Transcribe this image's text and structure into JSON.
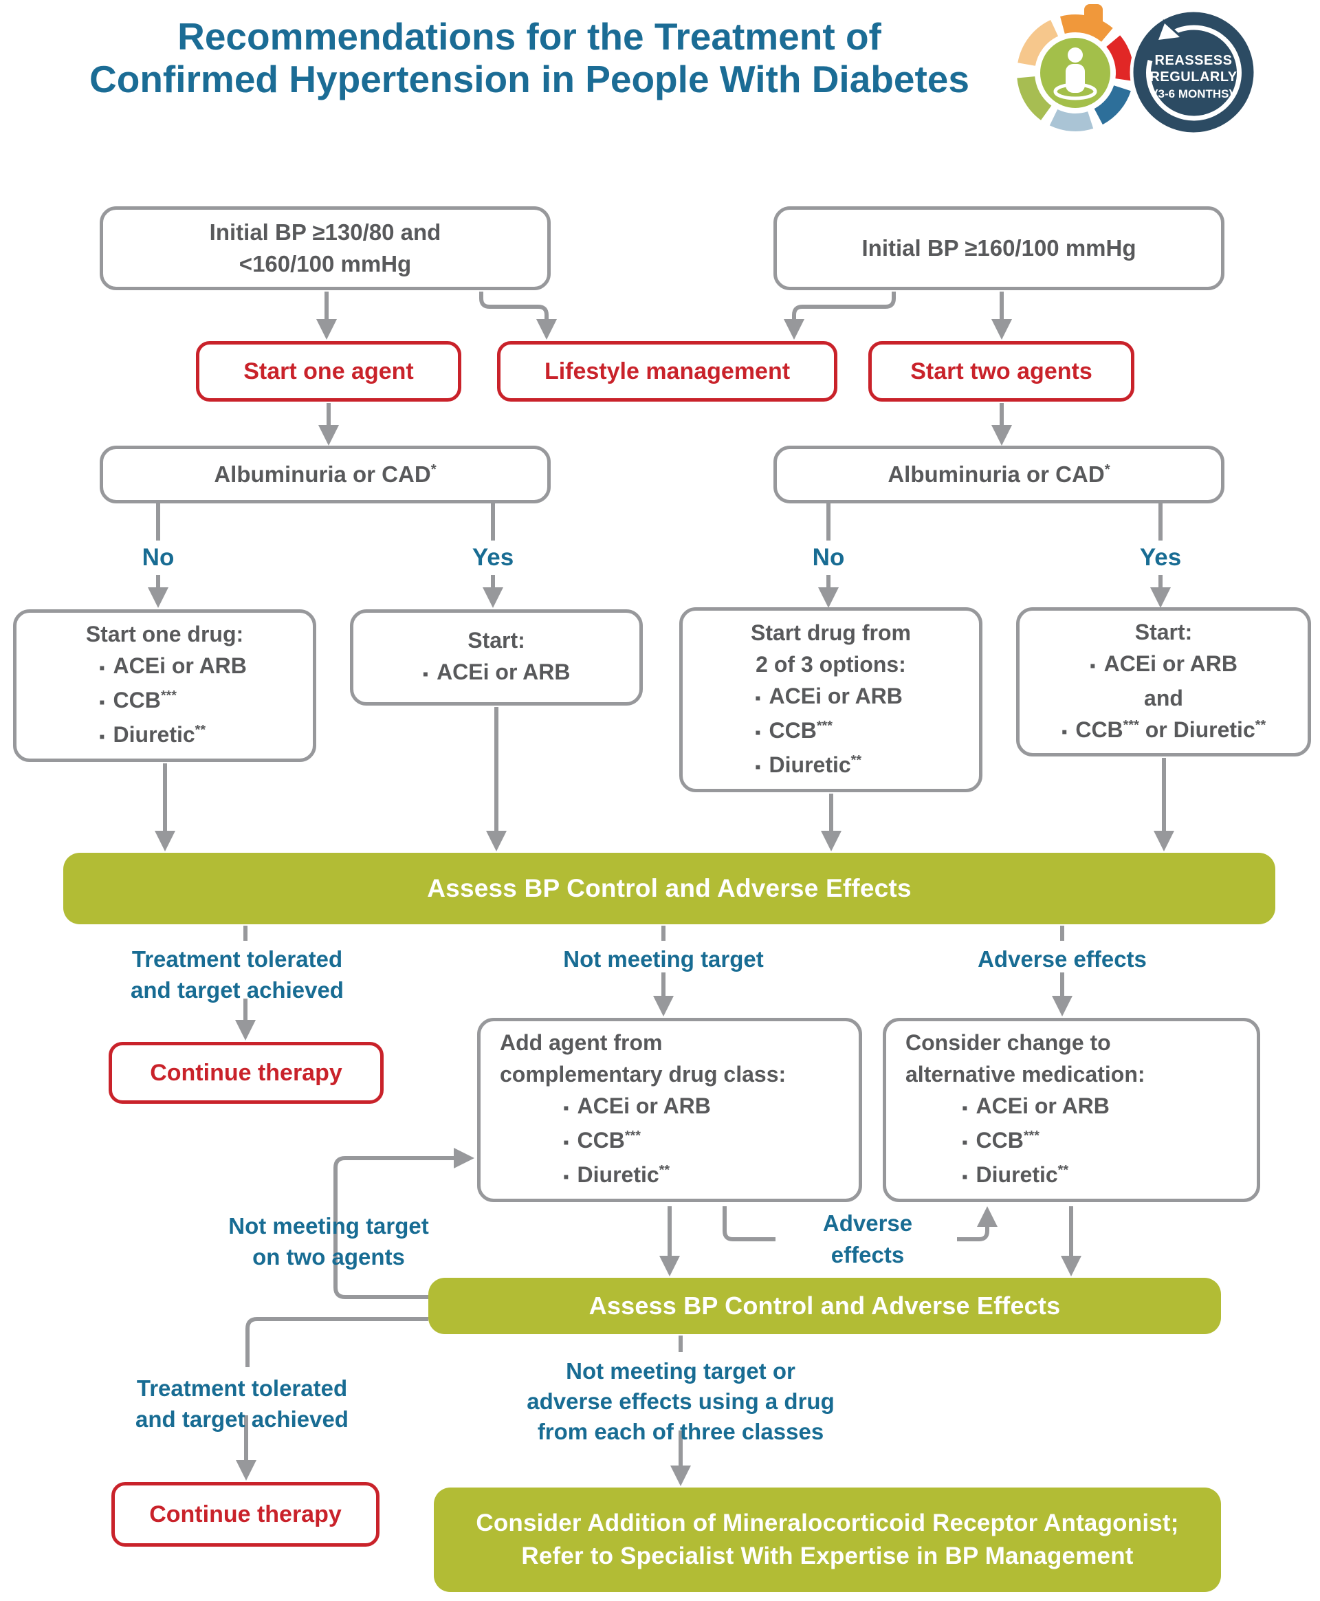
{
  "title": {
    "line1": "Recommendations for the Treatment of",
    "line2": "Confirmed Hypertension in People With Diabetes"
  },
  "badge": {
    "line1": "REASSESS",
    "line2": "REGULARLY",
    "line3": "(3-6 MONTHS)"
  },
  "bullet_glyph": "▪",
  "colors": {
    "accent_olive": "#b2bc35",
    "accent_red": "#c9222a",
    "accent_teal": "#186c93",
    "text_gray": "#58595b",
    "line_gray": "#97989b",
    "badge_navy": "#2c4b63"
  },
  "nodes": {
    "bp_moderate": {
      "line1": "Initial BP ≥130/80 and",
      "line2": "<160/100 mmHg"
    },
    "bp_high": {
      "line1": "Initial BP ≥160/100 mmHg"
    },
    "start_one_agent": "Start one agent",
    "lifestyle_management": "Lifestyle management",
    "start_two_agents": "Start two agents",
    "albuminuria_left": "Albuminuria or CAD*",
    "albuminuria_right": "Albuminuria or CAD*",
    "branch_no_left": "No",
    "branch_yes_left": "Yes",
    "branch_no_right": "No",
    "branch_yes_right": "Yes",
    "start_one_drug": {
      "title": "Start one drug:",
      "bullets": [
        "ACEi or ARB",
        "CCB***",
        "Diuretic**"
      ]
    },
    "start_acei_arb": {
      "title": "Start:",
      "bullets": [
        "ACEi or ARB"
      ]
    },
    "start_two_of_three": {
      "title_line1": "Start drug from",
      "title_line2": "2 of 3 options:",
      "bullets": [
        "ACEi or ARB",
        "CCB***",
        "Diuretic**"
      ]
    },
    "start_combination": {
      "title": "Start:",
      "bullet1": "ACEi or ARB",
      "connector": "and",
      "bullet2": "CCB*** or Diuretic**"
    },
    "assess_1": "Assess BP Control and Adverse Effects",
    "treatment_tolerated_1": {
      "line1": "Treatment tolerated",
      "line2": "and target achieved"
    },
    "not_meeting_target": "Not meeting target",
    "adverse_effects": "Adverse effects",
    "continue_therapy_1": "Continue therapy",
    "add_agent": {
      "title_line1": "Add agent from",
      "title_line2": "complementary drug class:",
      "bullets": [
        "ACEi or ARB",
        "CCB***",
        "Diuretic**"
      ]
    },
    "consider_change": {
      "title_line1": "Consider change to",
      "title_line2": "alternative medication:",
      "bullets": [
        "ACEi or ARB",
        "CCB***",
        "Diuretic**"
      ]
    },
    "not_meeting_on_two": {
      "line1": "Not meeting target",
      "line2": "on two agents"
    },
    "adverse_effects_2": {
      "line1": "Adverse",
      "line2": "effects"
    },
    "assess_2": "Assess BP Control and Adverse Effects",
    "treatment_tolerated_2": {
      "line1": "Treatment tolerated",
      "line2": "and target achieved"
    },
    "not_meeting_three_classes": {
      "line1": "Not meeting target or",
      "line2": "adverse effects using a drug",
      "line3": "from each of three classes"
    },
    "continue_therapy_2": "Continue therapy",
    "final_recommendation": {
      "line1": "Consider Addition of Mineralocorticoid Receptor Antagonist;",
      "line2": "Refer to Specialist With Expertise in BP Management"
    }
  }
}
